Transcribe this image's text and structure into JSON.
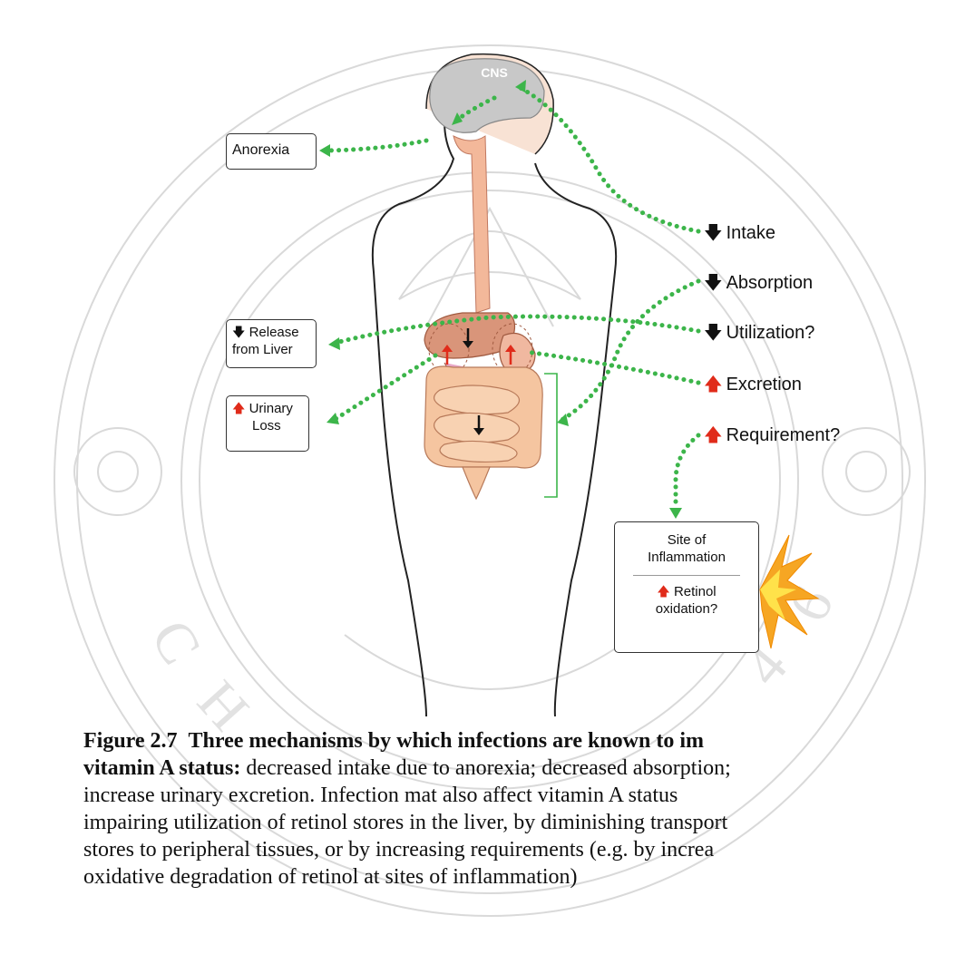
{
  "figure": {
    "cns_label": "CNS",
    "anorexia": "Anorexia",
    "release": {
      "line1": "Release",
      "line2": "from Liver"
    },
    "urinary": {
      "line1": "Urinary",
      "line2": "Loss"
    },
    "intake": "Intake",
    "absorption": "Absorption",
    "utilization": "Utilization?",
    "excretion": "Excretion",
    "requirement": "Requirement?",
    "inflammation_box": {
      "site_line1": "Site of",
      "site_line2": "Inflammation",
      "retinol_line1": "Retinol",
      "retinol_line2": "oxidation?"
    },
    "colors": {
      "dots": "#3cb54a",
      "red_arrow": "#e02b1a",
      "organ": "#f5c5a0",
      "liver": "#d9957a"
    }
  },
  "caption": {
    "figure_number": "Figure 2.7",
    "title_line1": "Three mechanisms by which infections are known to im",
    "title_line2": "vitamin A status:",
    "line2_rest": " decreased intake due to anorexia; decreased absorption;",
    "line3": "increase urinary excretion. Infection mat also affect vitamin A status",
    "line4": "impairing utilization of retinol stores in the liver, by diminishing transport",
    "line5": "stores to peripheral tissues, or by increasing requirements (e.g. by increa",
    "line6": "oxidative degradation of retinol at sites of inflammation)"
  }
}
